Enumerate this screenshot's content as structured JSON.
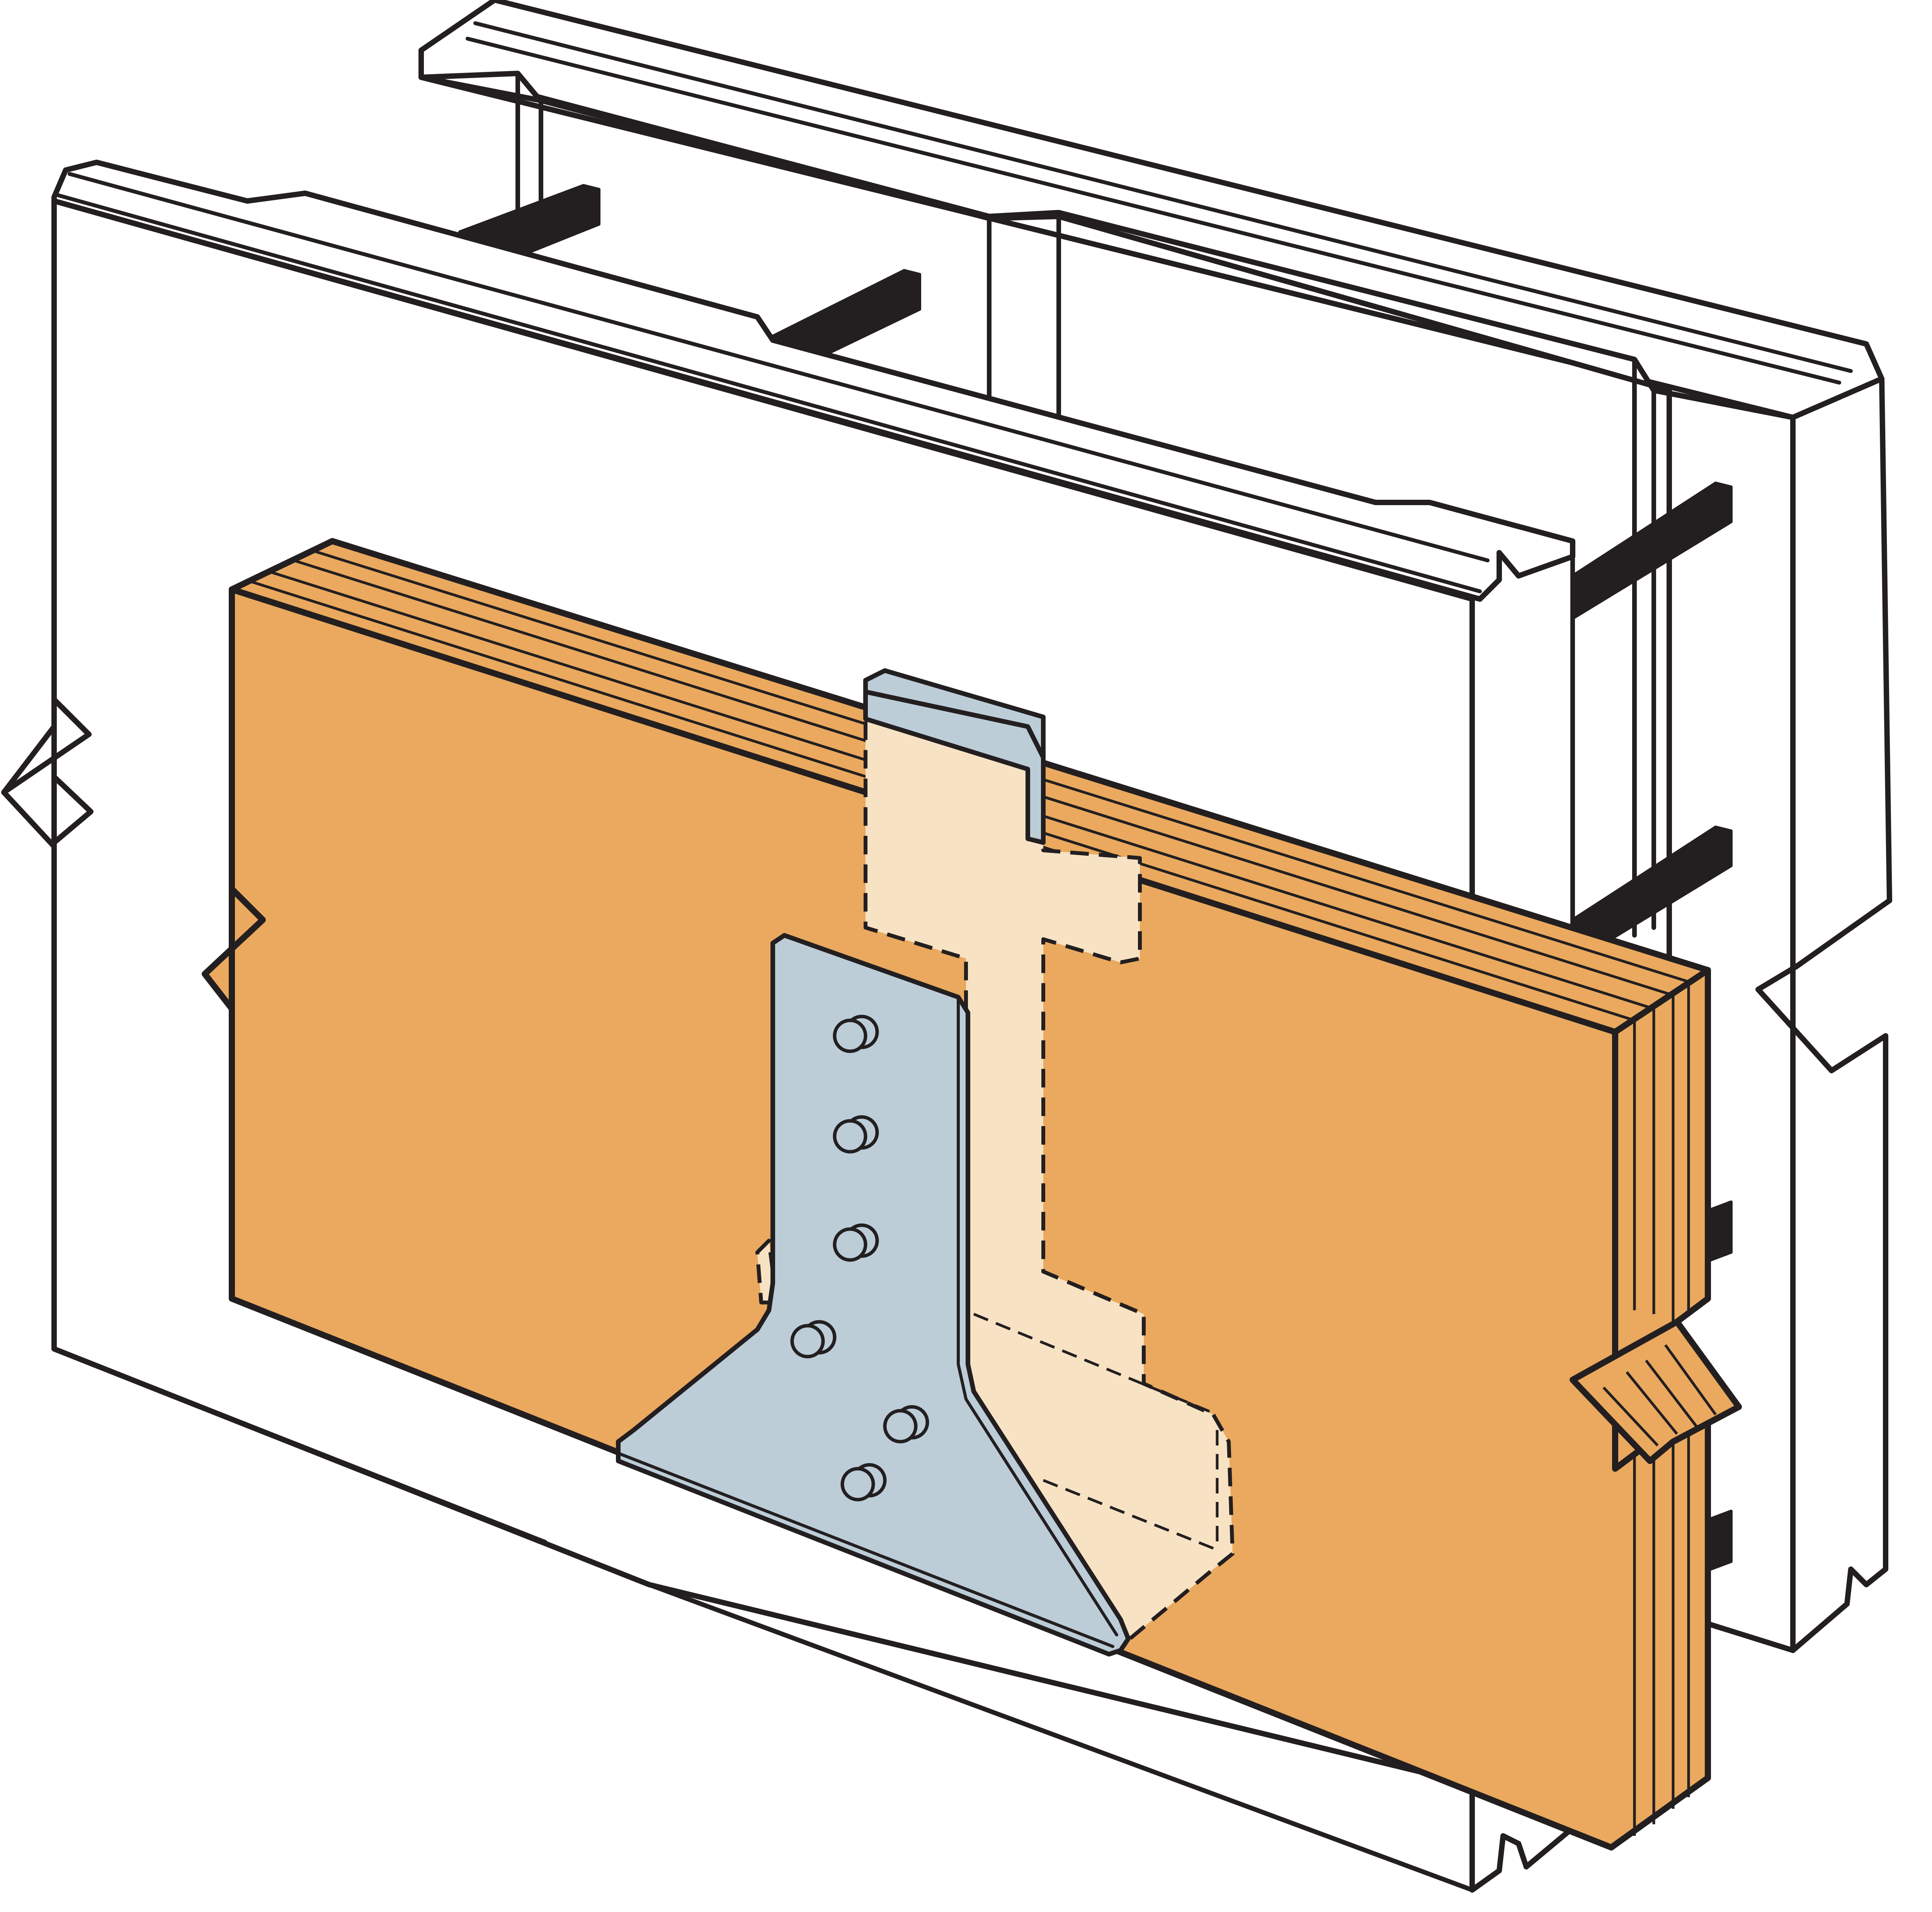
{
  "figure": {
    "kind": "illustration",
    "subject": "hanger-in-icf-wall",
    "colors": {
      "outline": "#231f20",
      "foam_form": "#ffffff",
      "lumber_face": "#eaa95e",
      "lumber_hidden_area": "#f8e2c4",
      "steel_hanger": "#bccdd8",
      "tie": "#231f20"
    },
    "icons": [
      "foam-form-wall",
      "form-ties",
      "header-beam",
      "steel-hanger",
      "fastener"
    ],
    "hanger_fastener_count": 6
  }
}
